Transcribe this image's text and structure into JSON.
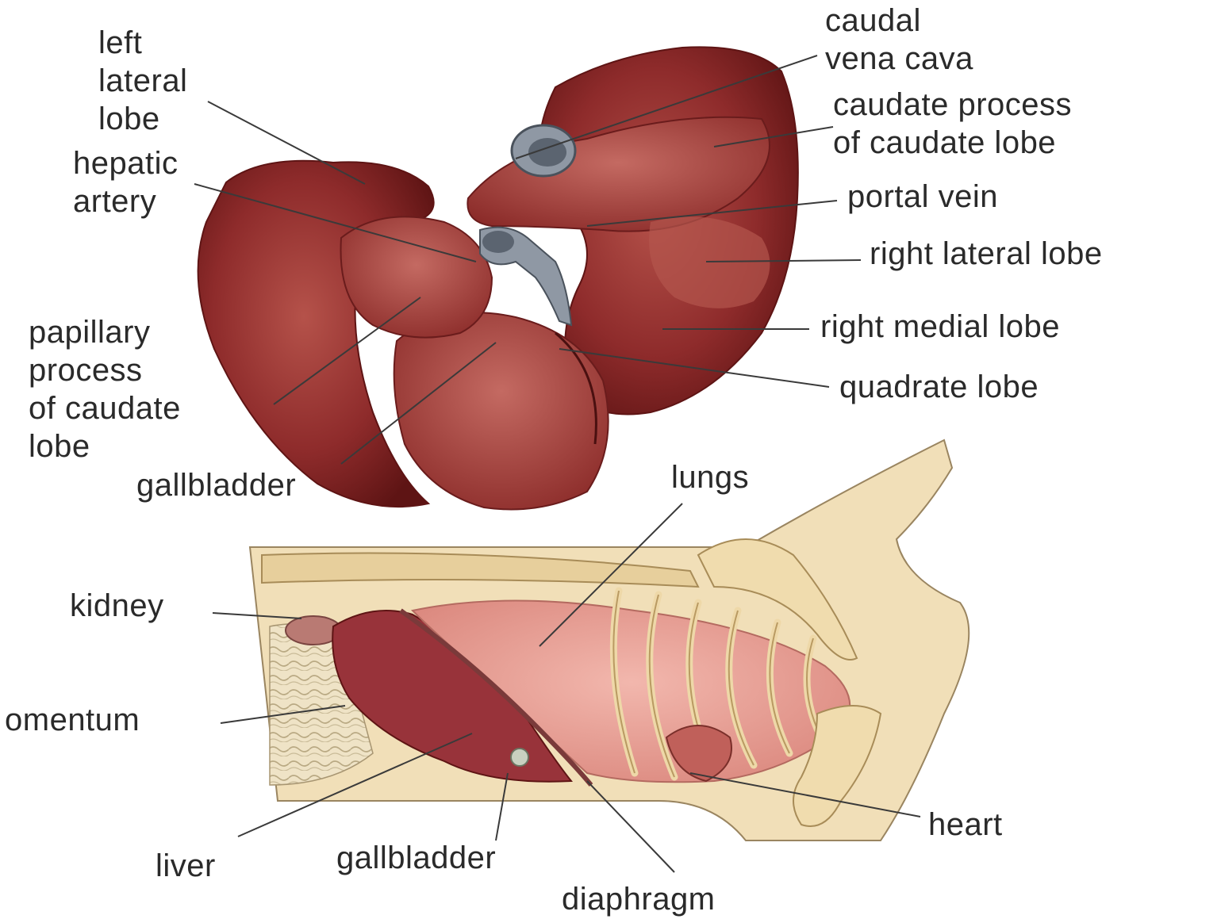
{
  "liver_labels": {
    "left_lateral_lobe": [
      "left",
      "lateral",
      "lobe"
    ],
    "hepatic_artery": [
      "hepatic",
      "artery"
    ],
    "papillary_process": [
      "papillary",
      "process",
      "of caudate",
      "lobe"
    ],
    "gallbladder": "gallbladder",
    "caudal_vena_cava": [
      "caudal",
      "vena cava"
    ],
    "caudate_process": [
      "caudate process",
      "of caudate lobe"
    ],
    "portal_vein": "portal vein",
    "right_lateral_lobe": "right lateral lobe",
    "right_medial_lobe": "right medial lobe",
    "quadrate_lobe": "quadrate lobe"
  },
  "body_labels": {
    "lungs": "lungs",
    "kidney": "kidney",
    "omentum": "omentum",
    "liver": "liver",
    "gallbladder": "gallbladder",
    "diaphragm": "diaphragm",
    "heart": "heart"
  },
  "colors": {
    "liver": "#8e2b2b",
    "liver_dark": "#5e1414",
    "liver_light": "#b5524a",
    "vessel": "#7d8794",
    "body": "#f1dfb8",
    "lung": "#e6a29a",
    "rib": "#eed8a8",
    "leader": "#3a3a3a"
  }
}
